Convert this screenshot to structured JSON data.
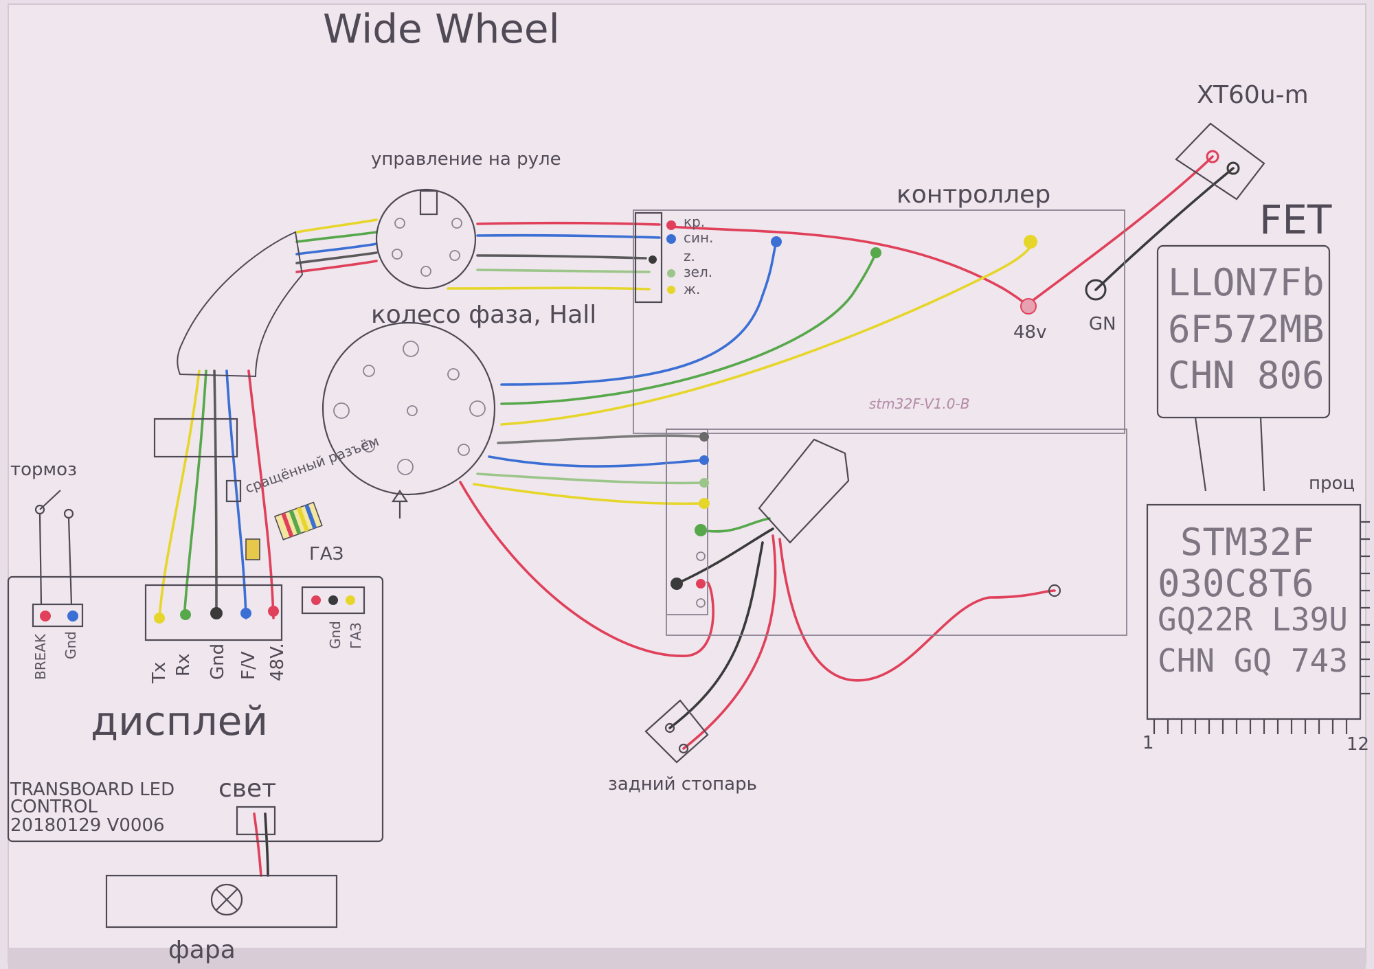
{
  "title": "Wide Wheel",
  "colors": {
    "paper": "#e9dfe9",
    "pencil": "#4e4953",
    "red": "#e0405a",
    "blue": "#3b6fd4",
    "green": "#56a84a",
    "yellow": "#e6d62a",
    "black": "#3a3a3a"
  },
  "labels": {
    "handlebar_control": "управление на руле",
    "controller": "контроллер",
    "wheel_phase_hall": "колесо фаза, Hall",
    "xt60": "XT60u-m",
    "fet": "FET",
    "brake": "тормоз",
    "gas": "ГАЗ",
    "display": "дисплей",
    "light": "свет",
    "headlight": "фара",
    "rear_light": "задний стопарь",
    "proc": "проц",
    "adapter": "сращённый разъём"
  },
  "controller": {
    "board_id": "stm32F-V1.0-B",
    "pins_48v": "48v",
    "pins_gnd": "GN",
    "connector_pins": [
      "кр.",
      "син.",
      "z.",
      "зел.",
      "ж."
    ]
  },
  "fet_chip": {
    "lines": [
      "LLON7Fb",
      "6F572MB",
      "CHN 806"
    ]
  },
  "stm_chip": {
    "lines": [
      "STM32F",
      "030C8T6",
      "GQ22R L39U",
      "CHN GQ 743"
    ],
    "pin_first": "1",
    "pin_last": "12"
  },
  "display": {
    "brake_pins": [
      "BREAK",
      "Gnd"
    ],
    "main_pins": [
      "Tx",
      "Rx",
      "Gnd",
      "F/V",
      "48V."
    ],
    "gas_pins": [
      "Gnd",
      "ГАЗ"
    ],
    "board_text": [
      "TRANSBOARD LED",
      "CONTROL",
      "20180129   V0006"
    ]
  }
}
